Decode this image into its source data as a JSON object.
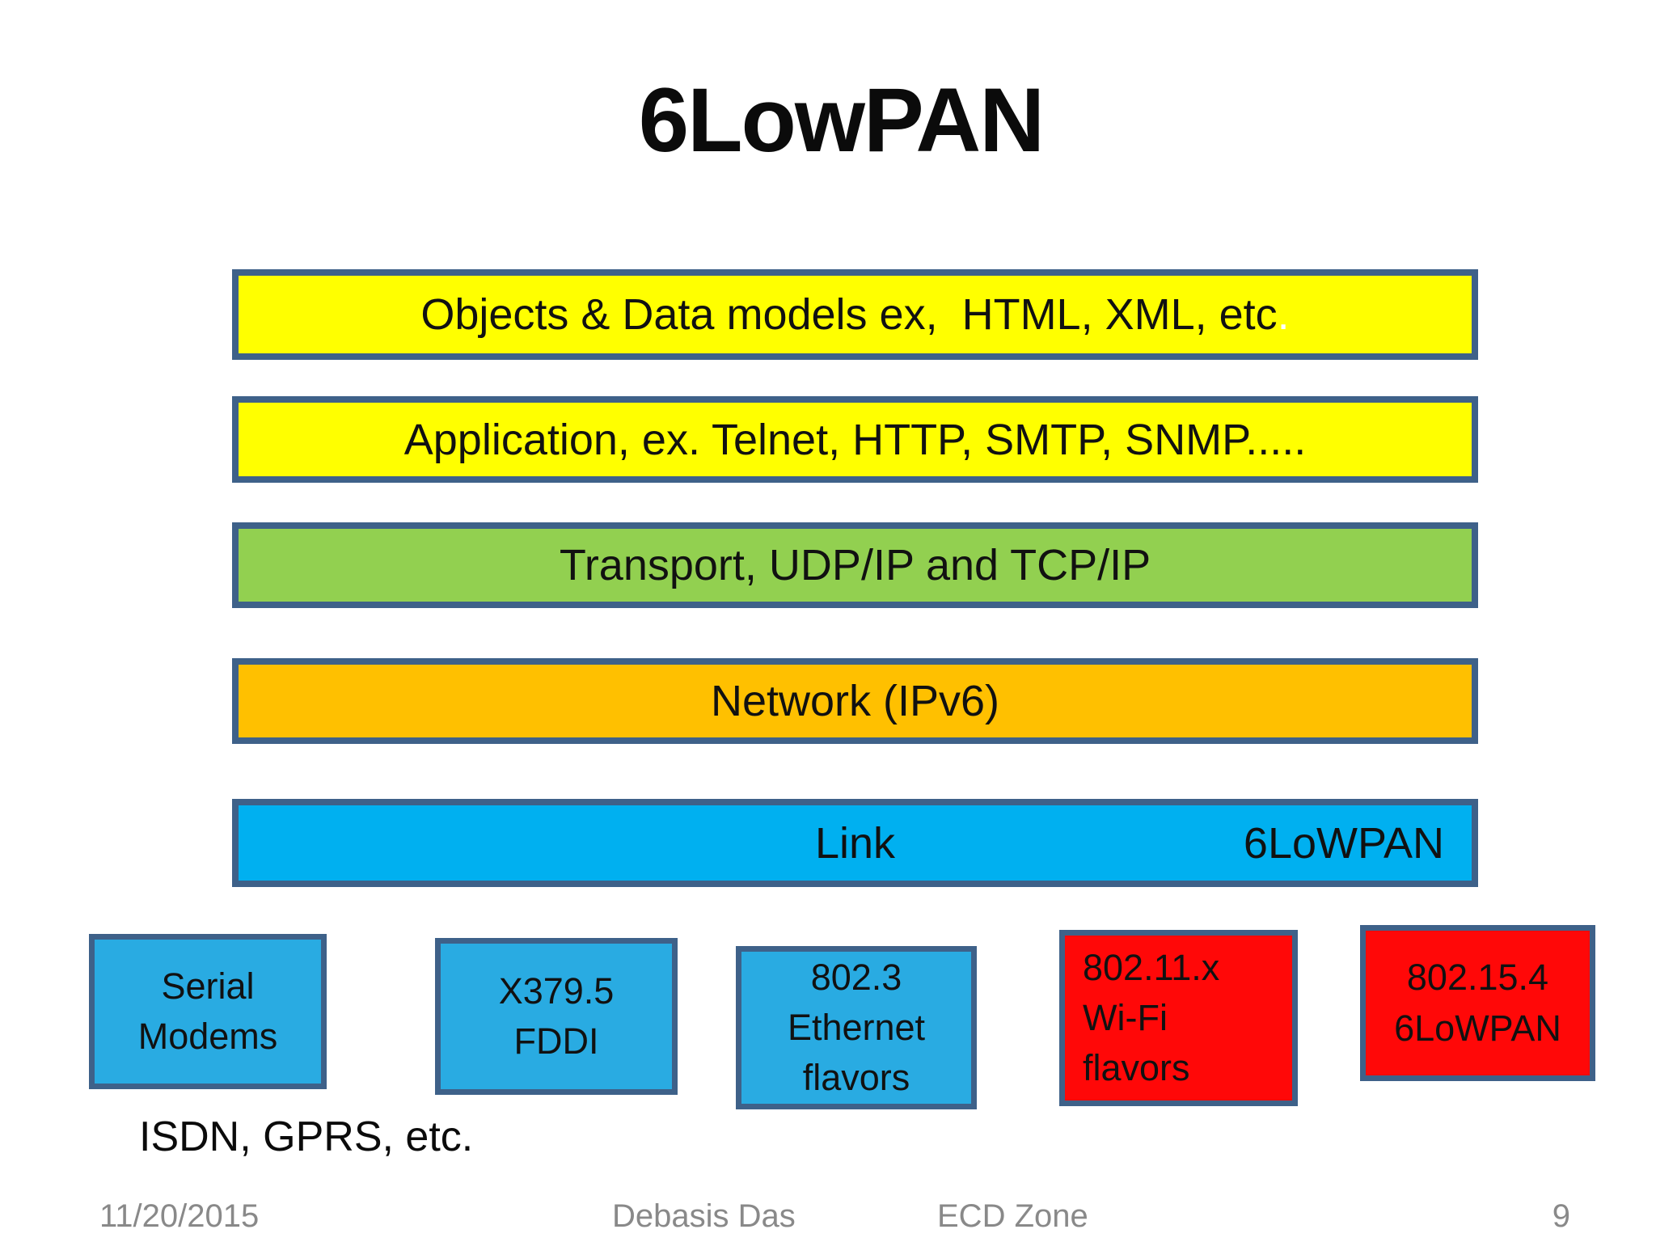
{
  "title": "6LowPAN",
  "stack_layers": [
    {
      "label": "Objects & Data models ex,  HTML, XML, etc",
      "trailing_dot": "."
    },
    {
      "label": "Application, ex. Telnet, HTTP, SMTP, SNMP....."
    },
    {
      "label": "Transport, UDP/IP and TCP/IP"
    },
    {
      "label": "Network (IPv6)"
    },
    {
      "label": "Link",
      "right_label": "6LoWPAN"
    }
  ],
  "link_boxes": [
    {
      "lines": [
        "Serial",
        "Modems"
      ],
      "color": "#29abe2"
    },
    {
      "lines": [
        "X379.5",
        "FDDI"
      ],
      "color": "#29abe2"
    },
    {
      "lines": [
        "802.3",
        "Ethernet",
        "flavors"
      ],
      "color": "#29abe2"
    },
    {
      "lines": [
        "802.11.x",
        "Wi-Fi",
        "flavors"
      ],
      "color": "#ff0808"
    },
    {
      "lines": [
        "802.15.4",
        "6LoWPAN"
      ],
      "color": "#ff0808"
    }
  ],
  "note": "ISDN, GPRS, etc.",
  "footer": {
    "date": "11/20/2015",
    "author": "Debasis Das",
    "org": "ECD Zone",
    "page_number": "9"
  },
  "colors": {
    "layer_yellow": "#ffff00",
    "layer_green": "#92d050",
    "layer_orange": "#ffc000",
    "layer_blue": "#00b0f0",
    "box_blue": "#29abe2",
    "box_red": "#ff0808",
    "outline": "#3e6189",
    "footer_text": "#898989"
  }
}
